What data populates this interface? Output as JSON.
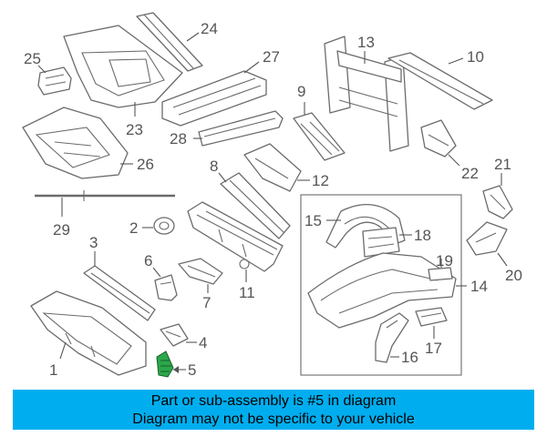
{
  "callouts": {
    "c1": "1",
    "c2": "2",
    "c3": "3",
    "c4": "4",
    "c5": "5",
    "c6": "6",
    "c7": "7",
    "c8": "8",
    "c9": "9",
    "c10": "10",
    "c11": "11",
    "c12": "12",
    "c13": "13",
    "c14": "14",
    "c15": "15",
    "c16": "16",
    "c17": "17",
    "c18": "18",
    "c19": "19",
    "c20": "20",
    "c21": "21",
    "c22": "22",
    "c23": "23",
    "c24": "24",
    "c25": "25",
    "c26": "26",
    "c27": "27",
    "c28": "28",
    "c29": "29"
  },
  "banner": {
    "line1": "Part or sub-assembly is #5 in diagram",
    "line2": "Diagram may not be specific to your vehicle"
  },
  "colors": {
    "banner_bg": "#00aeef",
    "highlight_part": "#2aa84a",
    "line": "#6b6b6b"
  },
  "highlighted_part": "5"
}
